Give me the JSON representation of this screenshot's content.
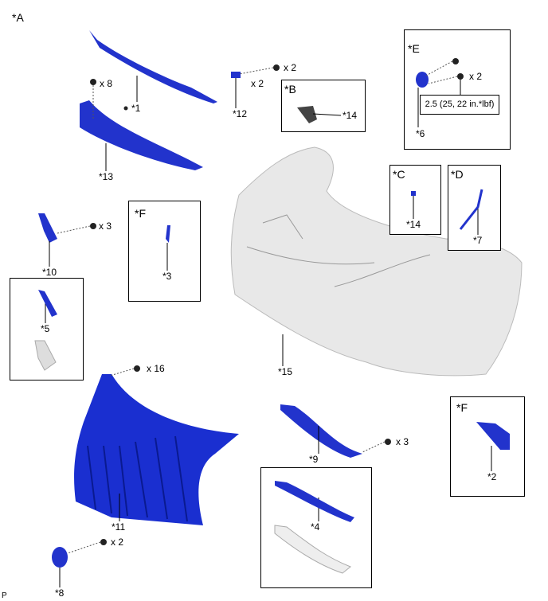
{
  "diagram": {
    "view_label": "*A",
    "footer_mark": "P",
    "colors": {
      "part_blue": "#2233cc",
      "bumper_grey": "#e6e6e6",
      "line": "#000000"
    },
    "parts": [
      {
        "id": "1",
        "label": "*1"
      },
      {
        "id": "2",
        "label": "*2"
      },
      {
        "id": "3",
        "label": "*3"
      },
      {
        "id": "4",
        "label": "*4"
      },
      {
        "id": "5",
        "label": "*5"
      },
      {
        "id": "6",
        "label": "*6"
      },
      {
        "id": "7",
        "label": "*7"
      },
      {
        "id": "8",
        "label": "*8"
      },
      {
        "id": "9",
        "label": "*9"
      },
      {
        "id": "10",
        "label": "*10"
      },
      {
        "id": "11",
        "label": "*11"
      },
      {
        "id": "12",
        "label": "*12"
      },
      {
        "id": "13",
        "label": "*13"
      },
      {
        "id": "14",
        "label": "*14"
      },
      {
        "id": "14b",
        "label": "*14"
      },
      {
        "id": "15",
        "label": "*15"
      }
    ],
    "quantities": {
      "q13": "x 8",
      "q12a": "x 2",
      "q12b": "x 2",
      "q6": "x 2",
      "q10": "x 3",
      "q11": "x 16",
      "q8": "x 2",
      "q9": "x 3"
    },
    "insets": {
      "B": "*B",
      "C": "*C",
      "D": "*D",
      "E": "*E",
      "F1": "*F",
      "F2": "*F"
    },
    "torque": "2.5 (25, 22 in.*lbf)"
  }
}
